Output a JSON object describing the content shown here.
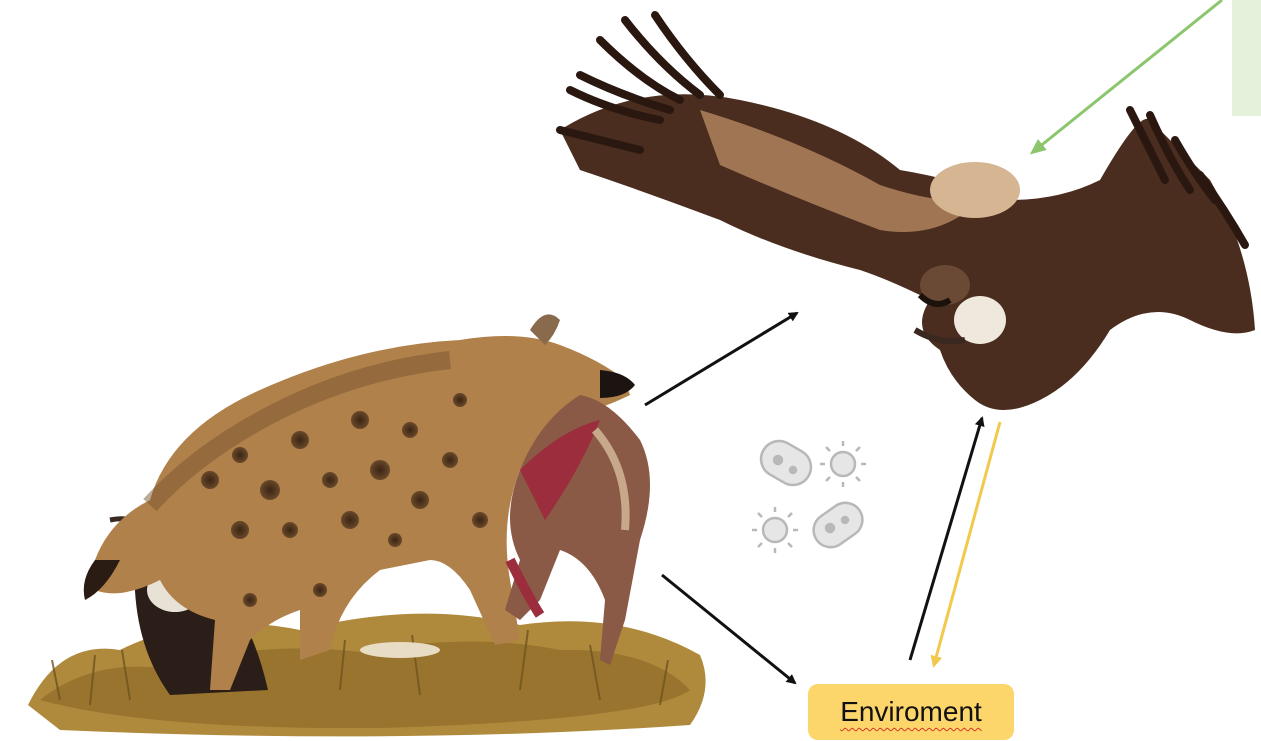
{
  "environment_label": "Enviroment",
  "colors": {
    "black_arrow": "#111111",
    "green_arrow": "#8cc66c",
    "yellow_arrow": "#f2c94c",
    "env_box": "#fcd66a",
    "note_box": "#e6f1dc",
    "microbe": "#b8b8b8"
  },
  "icons": [
    "hyena-illustration",
    "vulture-illustration",
    "small-vulture-illustration",
    "bacteria-icon",
    "virus-icon"
  ]
}
